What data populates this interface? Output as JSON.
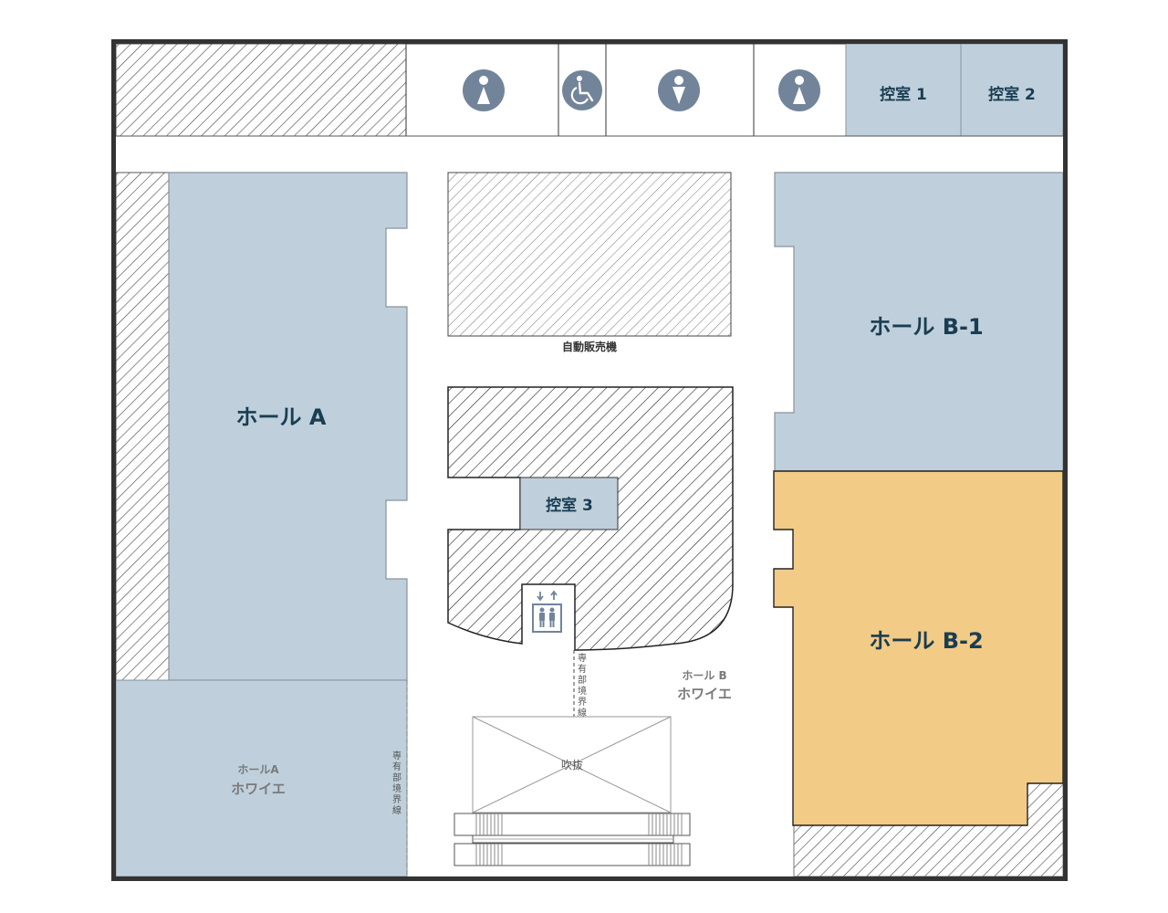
{
  "colors": {
    "wall": "#333333",
    "room_blue": "#bfd0dc",
    "room_highlight": "#f2cb86",
    "label_dark": "#1a3d52",
    "icon_gray": "#72849a",
    "foyer_text": "#7a7a7a"
  },
  "rooms": {
    "hall_a": {
      "label": "ホール A"
    },
    "hall_b1": {
      "label": "ホール B-1"
    },
    "hall_b2": {
      "label": "ホール B-2",
      "highlighted": true
    },
    "waiting_1": {
      "label": "控室 1"
    },
    "waiting_2": {
      "label": "控室 2"
    },
    "waiting_3": {
      "label": "控室 3"
    }
  },
  "foyers": {
    "hall_a_foyer": {
      "line1": "ホールA",
      "line2": "ホワイエ"
    },
    "hall_b_foyer": {
      "line1": "ホール B",
      "line2": "ホワイエ"
    }
  },
  "labels": {
    "vending": "自動販売機",
    "atrium": "吹抜",
    "boundary_chars": [
      "専",
      "有",
      "部",
      "境",
      "界",
      "線"
    ]
  },
  "icons": {
    "restroom_women_1": "female-restroom-icon",
    "restroom_accessible": "wheelchair-icon",
    "restroom_men": "male-restroom-icon",
    "restroom_women_2": "female-restroom-icon",
    "elevator": "elevator-icon"
  }
}
